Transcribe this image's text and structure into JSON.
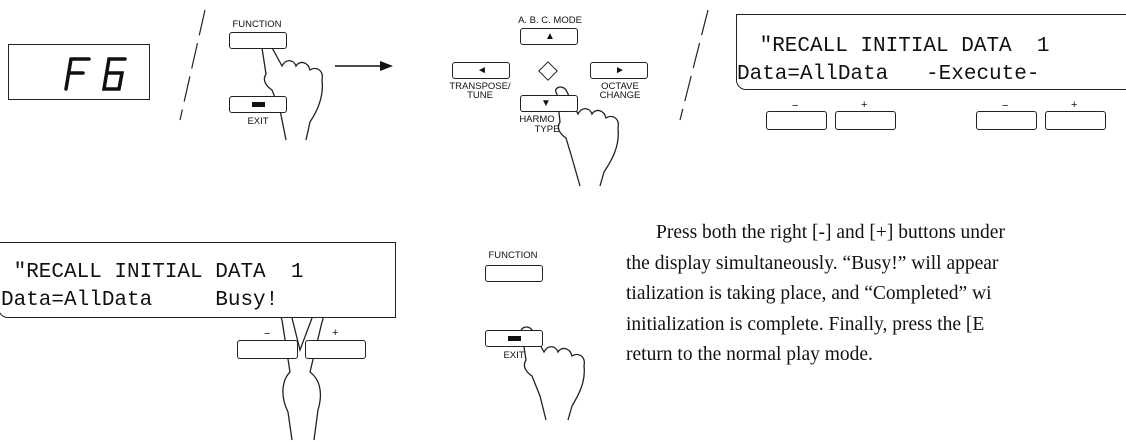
{
  "led_display": {
    "text": "F 6"
  },
  "panel_step1": {
    "function_label": "FUNCTION",
    "exit_label": "EXIT"
  },
  "panel_step2": {
    "abc_mode_label": "A. B. C. MODE",
    "transpose_label_line1": "TRANSPOSE/",
    "transpose_label_line2": "TUNE",
    "octave_label_line1": "OCTAVE",
    "octave_label_line2": "CHANGE",
    "harmony_label_line1": "HARMO",
    "harmony_label_line2": "TYPE"
  },
  "lcd_top": {
    "line1": " \"RECALL INITIAL DATA  1",
    "line2": "Data=AllData   -Execute-",
    "minus": "−",
    "plus": "+"
  },
  "lcd_bottom": {
    "line1": " \"RECALL INITIAL DATA  1",
    "line2": "Data=AllData     Busy!",
    "minus": "−",
    "plus": "+"
  },
  "panel_step3": {
    "function_label": "FUNCTION",
    "exit_label": "EXIT"
  },
  "instructions": {
    "line1": "Press both the right [-] and [+] buttons under",
    "line2": "the display simultaneously. “Busy!” will appear",
    "line3": "tialization is taking place, and “Completed” wi",
    "line4": "initialization is complete. Finally, press the [E",
    "line5": "return to the normal play mode."
  }
}
